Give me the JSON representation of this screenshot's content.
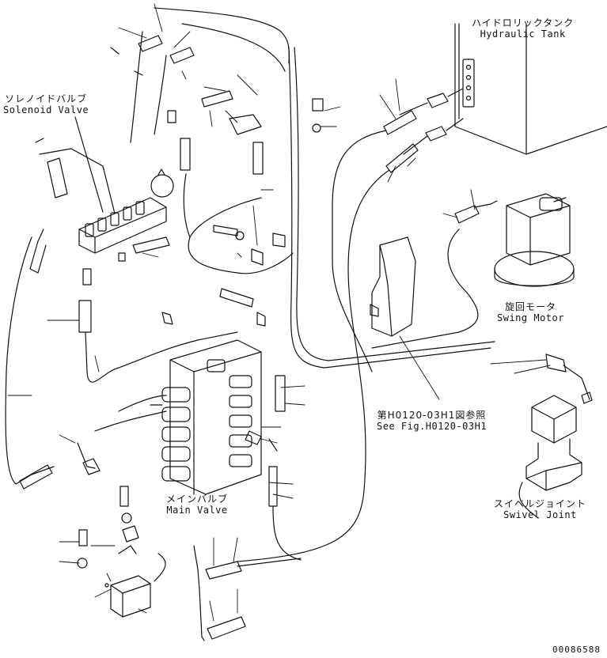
{
  "labels": {
    "hydraulic_tank": {
      "jp": "ハイドロリックタンク",
      "en": "Hydraulic Tank"
    },
    "solenoid_valve": {
      "jp": "ソレノイドバルブ",
      "en": "Solenoid Valve"
    },
    "swing_motor": {
      "jp": "旋回モータ",
      "en": "Swing Motor"
    },
    "reference": {
      "jp": "第H0120-03H1図参照",
      "en": "See Fig.H0120-03H1"
    },
    "main_valve": {
      "jp": "メインバルブ",
      "en": "Main Valve"
    },
    "swivel_joint": {
      "jp": "スイベルジョイント",
      "en": "Swivel Joint"
    }
  },
  "document_number": "00086588"
}
